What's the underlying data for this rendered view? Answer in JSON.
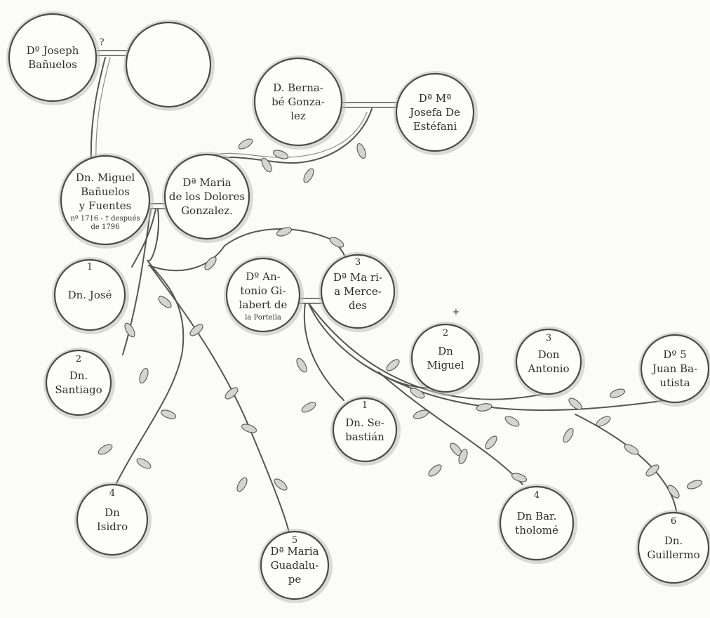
{
  "persons": {
    "joseph": {
      "lines": [
        "Dº Joseph",
        "Bañuelos"
      ],
      "number": "",
      "mark": "?"
    },
    "unknown": {
      "lines": [],
      "number": ""
    },
    "bernabe": {
      "lines": [
        "D. Berna-",
        "bé Gonza-",
        "lez"
      ],
      "number": ""
    },
    "josefa": {
      "lines": [
        "Dª Mª",
        "Josefa De",
        "Estéfani"
      ],
      "number": ""
    },
    "miguel": {
      "lines": [
        "Dn. Miguel",
        "Bañuelos",
        "y Fuentes"
      ],
      "note": [
        "nº 1716 - † después",
        "de 1796"
      ],
      "number": ""
    },
    "dolores": {
      "lines": [
        "Dª Maria",
        "de los Dolores",
        "Gonzalez."
      ],
      "number": ""
    },
    "jose": {
      "lines": [
        "Dn. José"
      ],
      "number": "1"
    },
    "antonioGL": {
      "lines": [
        "Dº An-",
        "tonio Gi-",
        "labert de"
      ],
      "note": [
        "la Portella"
      ],
      "number": ""
    },
    "mercedes": {
      "lines": [
        "Dª Ma ri-",
        "a Merce-",
        "des"
      ],
      "number": "3"
    },
    "santiago": {
      "lines": [
        "Dn.",
        "Santiago"
      ],
      "number": "2"
    },
    "miguel2": {
      "lines": [
        "Dn",
        "Miguel"
      ],
      "number": "2",
      "mark": "+"
    },
    "antonio2": {
      "lines": [
        "Don",
        "Antonio"
      ],
      "number": "3"
    },
    "juan": {
      "lines": [
        "Dº 5",
        "Juan Ba-",
        "utista"
      ],
      "number": ""
    },
    "sebastian": {
      "lines": [
        "Dn. Se-",
        "bastián"
      ],
      "number": "1"
    },
    "isidro": {
      "lines": [
        "Dn",
        "Isidro"
      ],
      "number": "4"
    },
    "guadalupe": {
      "lines": [
        "Dª Maria",
        "Guadalu-",
        "pe"
      ],
      "number": "5"
    },
    "bartholome": {
      "lines": [
        "Dn Bar.",
        "tholomé"
      ],
      "number": "4"
    },
    "guillermo": {
      "lines": [
        "Dn.",
        "Guillermo"
      ],
      "number": "6"
    }
  }
}
